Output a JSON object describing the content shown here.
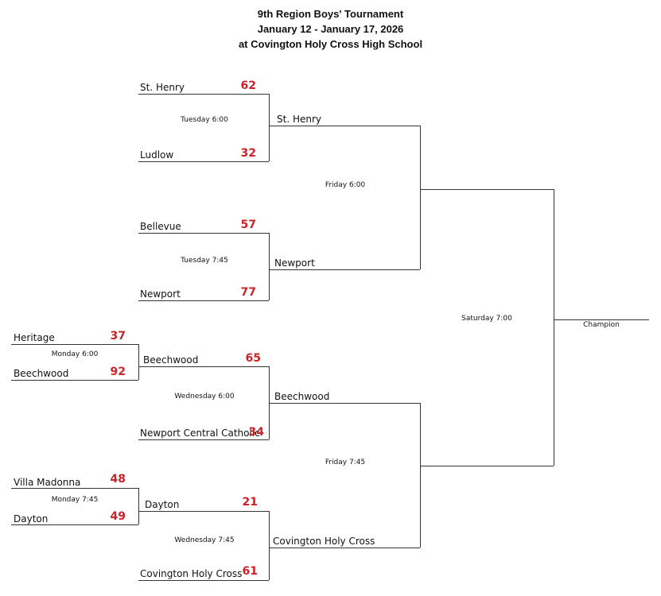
{
  "header": {
    "line1": "9th Region Boys' Tournament",
    "line2": "January 12 - January 17, 2026",
    "line3": "at Covington Holy Cross High School"
  },
  "games": {
    "monday1": {
      "team1": "Heritage",
      "score1": "37",
      "team2": "Beechwood",
      "score2": "92",
      "time": "Monday 6:00"
    },
    "monday2": {
      "team1": "Villa Madonna",
      "score1": "48",
      "team2": "Dayton",
      "score2": "49",
      "time": "Monday 7:45"
    },
    "tuesday1": {
      "team1": "St. Henry",
      "score1": "62",
      "team2": "Ludlow",
      "score2": "32",
      "time": "Tuesday 6:00"
    },
    "tuesday2": {
      "team1": "Bellevue",
      "score1": "57",
      "team2": "Newport",
      "score2": "77",
      "time": "Tuesday 7:45"
    },
    "wednesday1": {
      "team1": "Beechwood",
      "score1": "65",
      "team2": "Newport Central Catholic",
      "score2": "34",
      "time": "Wednesday 6:00"
    },
    "wednesday2": {
      "team1": "Dayton",
      "score1": "21",
      "team2": "Covington Holy Cross",
      "score2": "61",
      "time": "Wednesday 7:45"
    },
    "friday1": {
      "team1": "St. Henry",
      "team2": "Newport",
      "time": "Friday 6:00"
    },
    "friday2": {
      "team1": "Beechwood",
      "team2": "Covington Holy Cross",
      "time": "Friday 7:45"
    },
    "saturday": {
      "time": "Saturday 7:00"
    }
  },
  "champion_label": "Champion",
  "colors": {
    "score": "#cc2229",
    "line": "#333333"
  }
}
